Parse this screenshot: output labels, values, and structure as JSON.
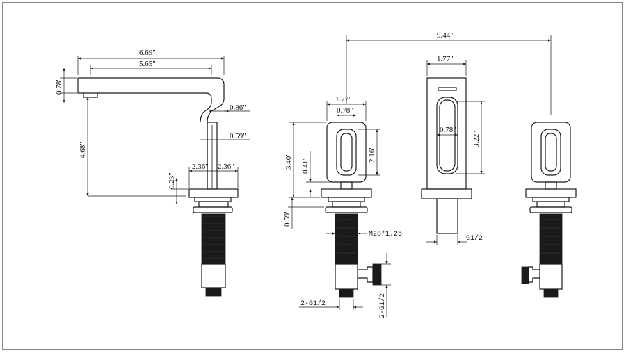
{
  "dimensions": {
    "overall_width": "9.44\"",
    "spout_reach": "6.69\"",
    "spout_inner": "5.65\"",
    "spout_thickness": "0.78\"",
    "spout_height": "4.68\"",
    "spout_tip": "0.86\"",
    "spout_neck": "0.59\"",
    "base_half_left": "2.36\"",
    "base_half_right": "2.36\"",
    "base_height": "0.23\"",
    "handle_width_front": "1.77\"",
    "handle_slot_front": "0.78\"",
    "handle_height": "3.40\"",
    "handle_slot_height": "2.16\"",
    "handle_offset": "0.41\"",
    "handle_base": "0.59\"",
    "thread_spec": "M28*1.25",
    "outlet_spec_h": "2-G1/2",
    "outlet_spec_v": "2-G1/2",
    "side_width": "1.77\"",
    "side_slot": "0.78\"",
    "side_height": "3.22\"",
    "side_inlet": "G1/2"
  }
}
